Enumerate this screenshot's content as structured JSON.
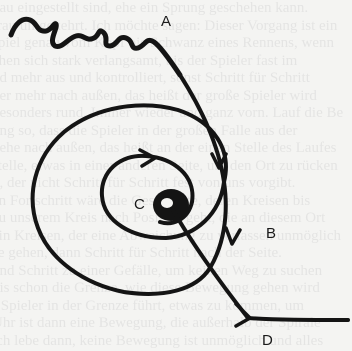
{
  "labels": {
    "a": "A",
    "b": "B",
    "c": "C",
    "d": "D"
  },
  "background_text": [
    "nau eingestellt sind, ehe ein Sprung geschehen kann.",
    "frau umgekehrt. Ich möchte sagen: Dieser Vorgang ist ein",
    "spiel genau vom Kopf bis Schwanz eines Rennens, wenn",
    "chen sich stark verlangsamt, bis der Spieler fast im",
    "nd mehr aus und kontrolliert, sonst Schritt für Schritt",
    "der mehr nach außen, das heißt der große Spieler wird",
    "besonders rund. Immer wieder und ganz vorn. Lauf die Be",
    "ung so, dass die Spieler in der großen Falle aus der",
    "gehe nach außen, das heißt an der einen Stelle des Laufes",
    "stelle, etwas in einer anderen Seite, um den Ort zu rücken",
    "n, der nicht Schritt für Schritt fest von uns vorgibt.",
    "en Fortschritt wäre die Geschichte, deren Kreisen bis",
    "zu unserem Kreis nach Position geht, die an diesem Ort",
    "ein Kreisen, der eine Abweichung zu verlassen unmöglich",
    "se gehen, dann Schritt für Schritt nach der Seite.",
    "und Schritt zu einer Gefälle, um keinen Weg zu suchen",
    "bis schon die Grenze, wie diese Bewegung gehen wird",
    "r Spieler in der Grenze führt, etwas zu kommen, um",
    "Uhr ist dann eine Bewegung, die außerhalb der Spirale",
    "ich lebe dann, keine Bewegung ist unmöglich und alles"
  ]
}
